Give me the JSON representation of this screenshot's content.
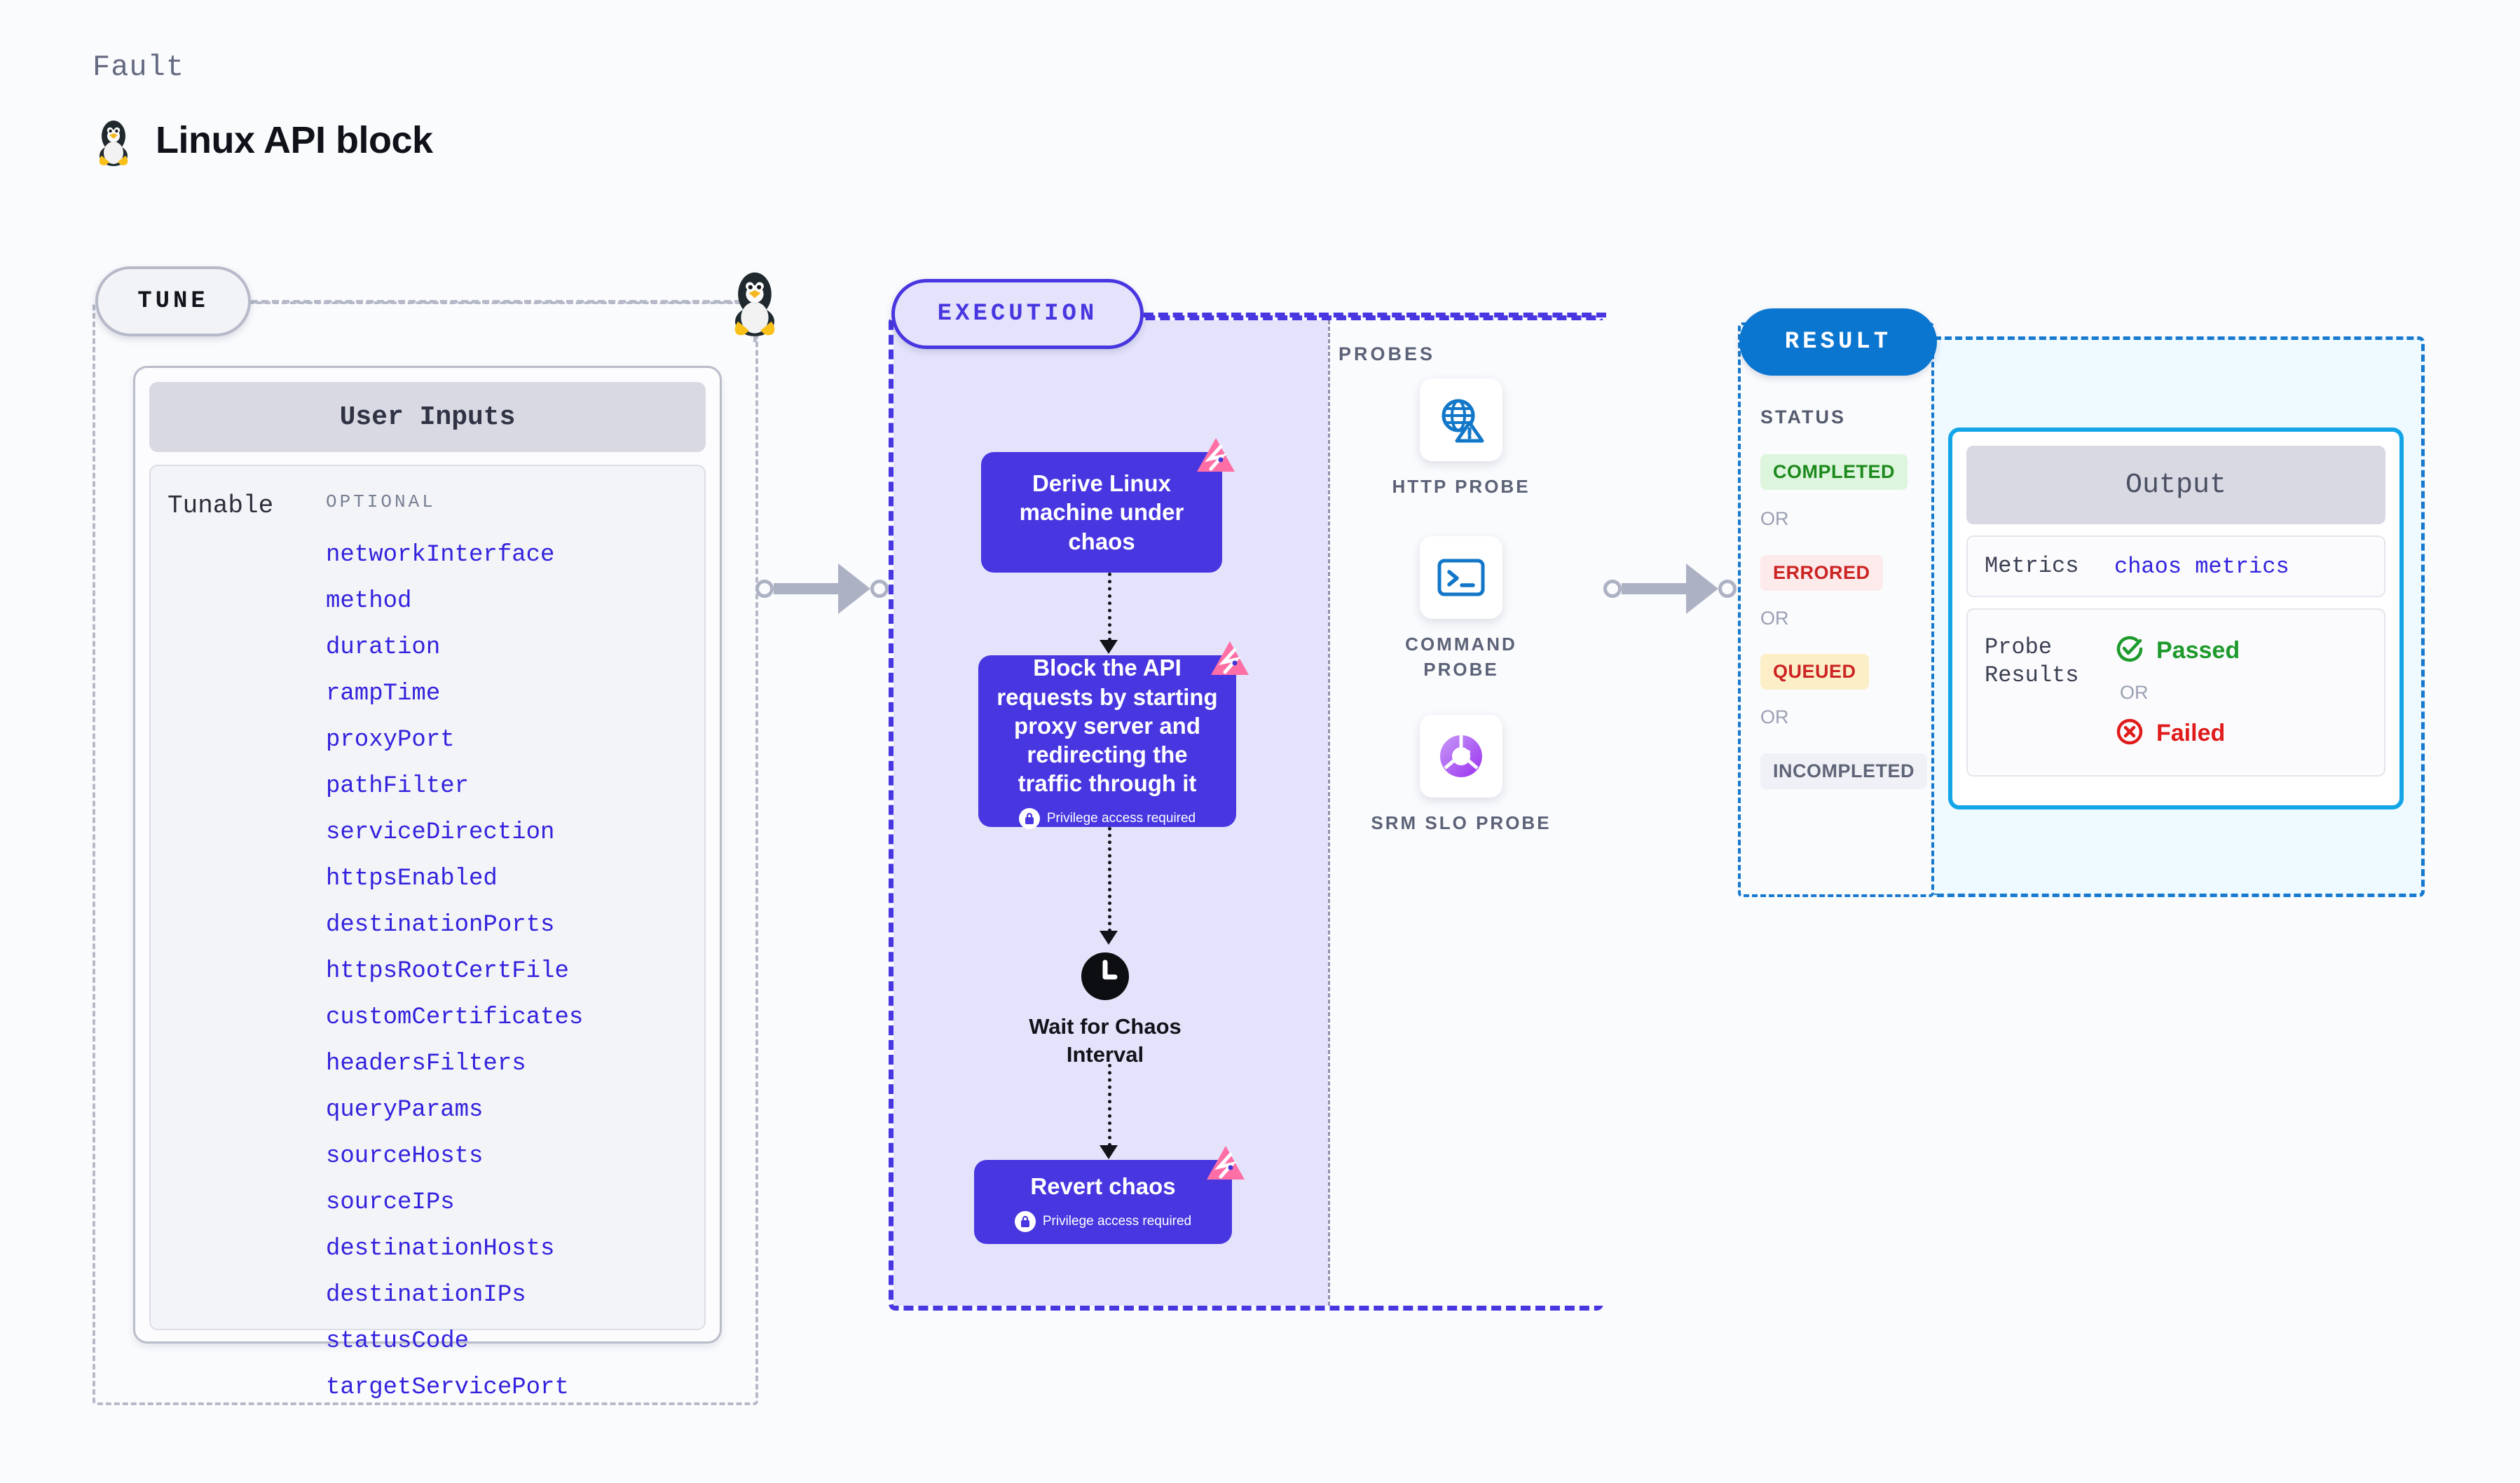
{
  "header": {
    "kicker": "Fault",
    "title": "Linux API block",
    "icon": "linux-penguin-icon"
  },
  "tune": {
    "pill_label": "TUNE",
    "node_icon": "linux-penguin-icon",
    "card": {
      "header": "User Inputs",
      "group_label": "Tunable",
      "optional_label": "OPTIONAL",
      "params": [
        "networkInterface",
        "method",
        "duration",
        "rampTime",
        "proxyPort",
        "pathFilter",
        "serviceDirection",
        "httpsEnabled",
        "destinationPorts",
        "httpsRootCertFile",
        "customCertificates",
        "headersFilters",
        "queryParams",
        "sourceHosts",
        "sourceIPs",
        "destinationHosts",
        "destinationIPs",
        "statusCode",
        "targetServicePort"
      ]
    }
  },
  "execution": {
    "pill_label": "EXECUTION",
    "steps": [
      {
        "text": "Derive Linux machine under chaos",
        "privilege": null,
        "badge": "chaos-corner-badge"
      },
      {
        "text": "Block the API requests by starting proxy server and redirecting the traffic through it",
        "privilege": "Privilege access required",
        "badge": "chaos-corner-badge"
      },
      {
        "text": "Revert chaos",
        "privilege": "Privilege access required",
        "badge": "chaos-corner-badge"
      }
    ],
    "wait": {
      "label": "Wait for Chaos Interval",
      "icon": "clock-icon"
    }
  },
  "probes": {
    "title": "PROBES",
    "items": [
      {
        "label": "HTTP PROBE",
        "icon": "globe-warning-icon"
      },
      {
        "label": "COMMAND PROBE",
        "icon": "terminal-icon"
      },
      {
        "label": "SRM SLO PROBE",
        "icon": "slo-donut-check-icon"
      }
    ]
  },
  "result": {
    "pill_label": "RESULT",
    "status_title": "STATUS",
    "or_label": "OR",
    "statuses": [
      {
        "label": "COMPLETED",
        "bg": "#ddf5dd",
        "fg": "#1d8a1d"
      },
      {
        "label": "ERRORED",
        "bg": "#fdeaea",
        "fg": "#cc2323"
      },
      {
        "label": "QUEUED",
        "bg": "#fcefc8",
        "fg": "#cc2323"
      },
      {
        "label": "INCOMPLETED",
        "bg": "#f0f1f6",
        "fg": "#5f6578"
      }
    ],
    "output": {
      "header": "Output",
      "metrics_key": "Metrics",
      "metrics_value": "chaos metrics",
      "probe_results_key": "Probe Results",
      "passed_label": "Passed",
      "failed_label": "Failed",
      "or_label": "OR"
    }
  },
  "colors": {
    "accent_purple": "#4836e0",
    "accent_blue": "#0b76d0",
    "accent_cyan": "#13a5e8",
    "link_blue": "#3322dd",
    "badge_pink": "#ff6fa5",
    "muted": "#b6bac8"
  }
}
